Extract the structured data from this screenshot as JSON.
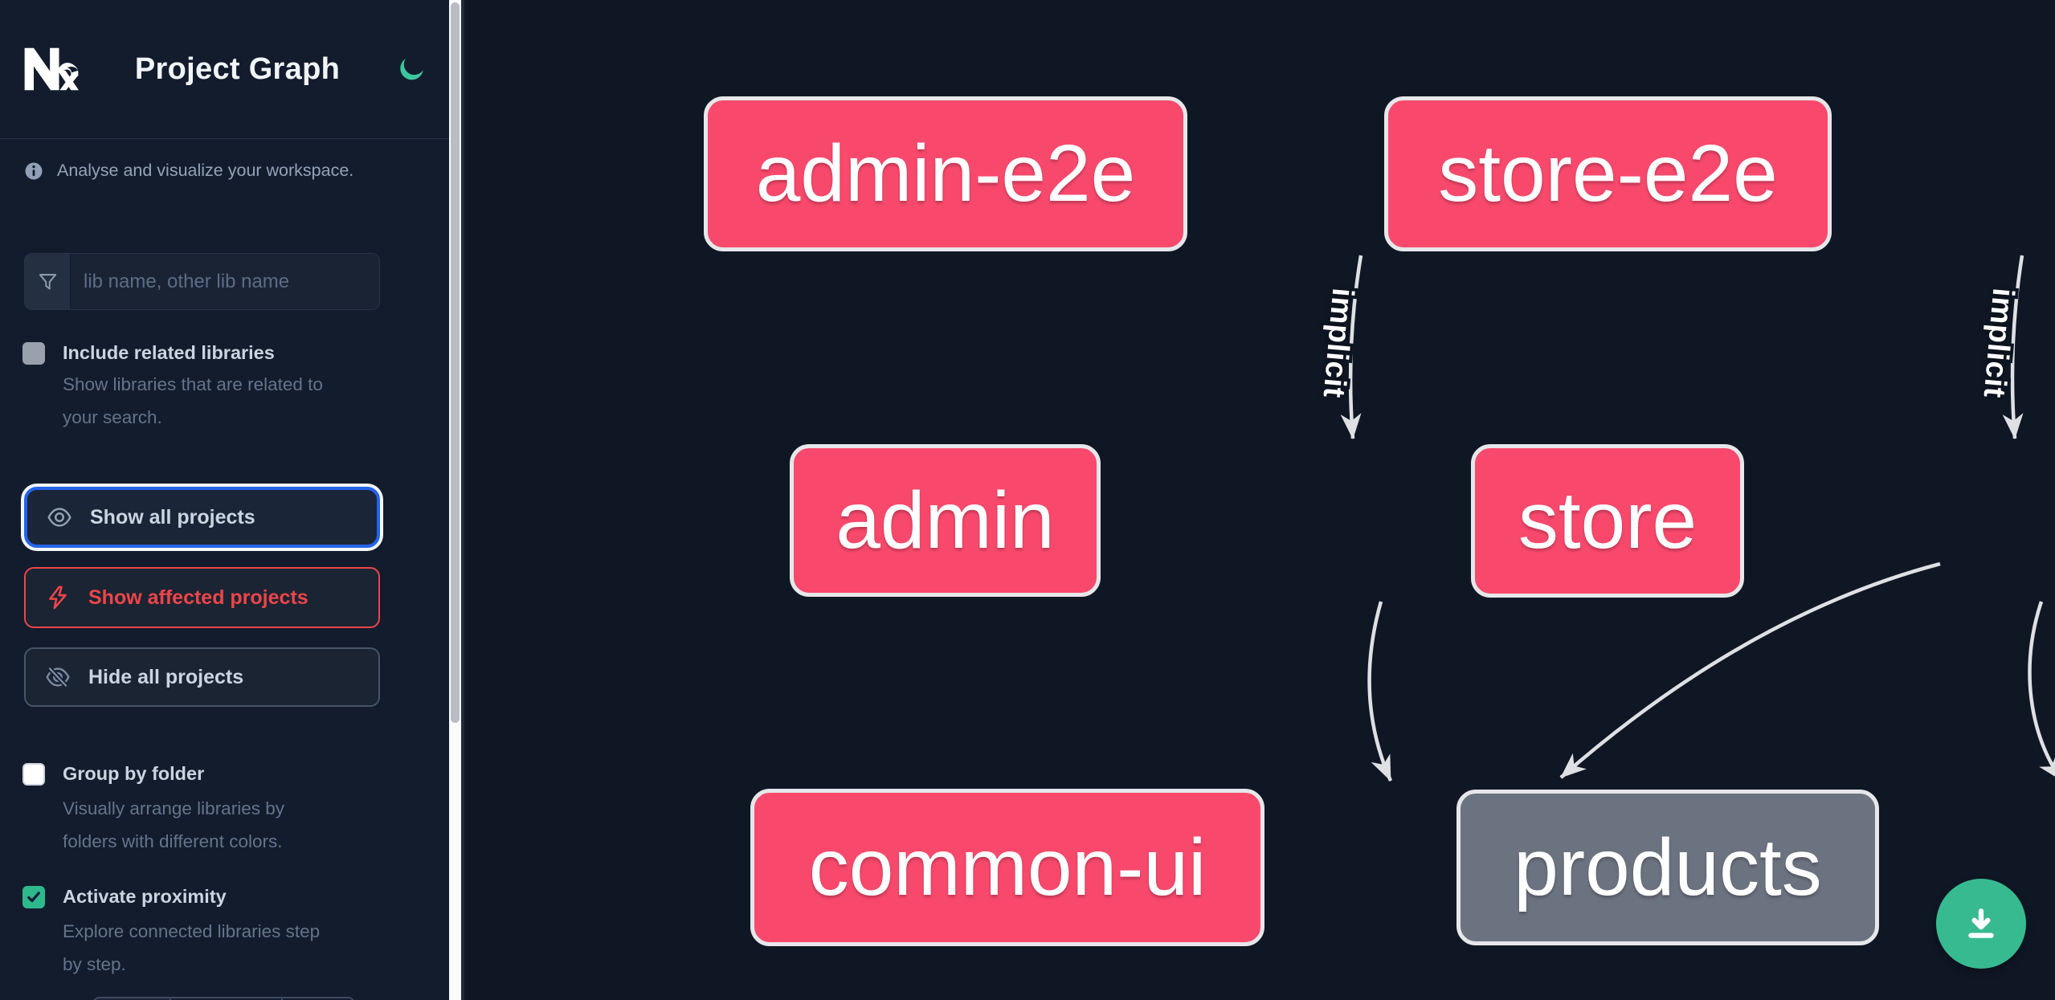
{
  "header": {
    "title": "Project Graph"
  },
  "info_banner": {
    "text": "Analyse and visualize your workspace."
  },
  "filter": {
    "placeholder": "lib name, other lib name",
    "value": ""
  },
  "options": {
    "include_related": {
      "label": "Include related libraries",
      "description": "Show libraries that are related to your search.",
      "checked": false,
      "disabled": true
    },
    "group_by_folder": {
      "label": "Group by folder",
      "description": "Visually arrange libraries by folders with different colors.",
      "checked": false
    },
    "activate_proximity": {
      "label": "Activate proximity",
      "description": "Explore connected libraries step by step.",
      "checked": true
    }
  },
  "buttons": {
    "show_all": {
      "label": "Show all projects",
      "focused": true
    },
    "show_affected": {
      "label": "Show affected projects"
    },
    "hide_all": {
      "label": "Hide all projects"
    }
  },
  "graph": {
    "nodes": [
      {
        "id": "admin-e2e",
        "label": "admin-e2e",
        "type": "affected"
      },
      {
        "id": "store-e2e",
        "label": "store-e2e",
        "type": "affected"
      },
      {
        "id": "admin",
        "label": "admin",
        "type": "affected"
      },
      {
        "id": "store",
        "label": "store",
        "type": "affected"
      },
      {
        "id": "common-ui",
        "label": "common-ui",
        "type": "affected"
      },
      {
        "id": "products",
        "label": "products",
        "type": "normal"
      }
    ],
    "edges": [
      {
        "from": "admin-e2e",
        "to": "admin",
        "label": "implicit"
      },
      {
        "from": "store-e2e",
        "to": "store",
        "label": "implicit"
      },
      {
        "from": "admin",
        "to": "common-ui",
        "label": ""
      },
      {
        "from": "store",
        "to": "common-ui",
        "label": ""
      },
      {
        "from": "store",
        "to": "products",
        "label": ""
      }
    ]
  },
  "colors": {
    "sidebar_bg": "#131c2d",
    "graph_bg": "#0f1725",
    "affected_node": "#f8496c",
    "normal_node": "#6b7280",
    "edge": "#dfe0e3",
    "accent_green": "#37ba90",
    "focus_blue": "#2563eb",
    "alert_red": "#ee4549"
  }
}
